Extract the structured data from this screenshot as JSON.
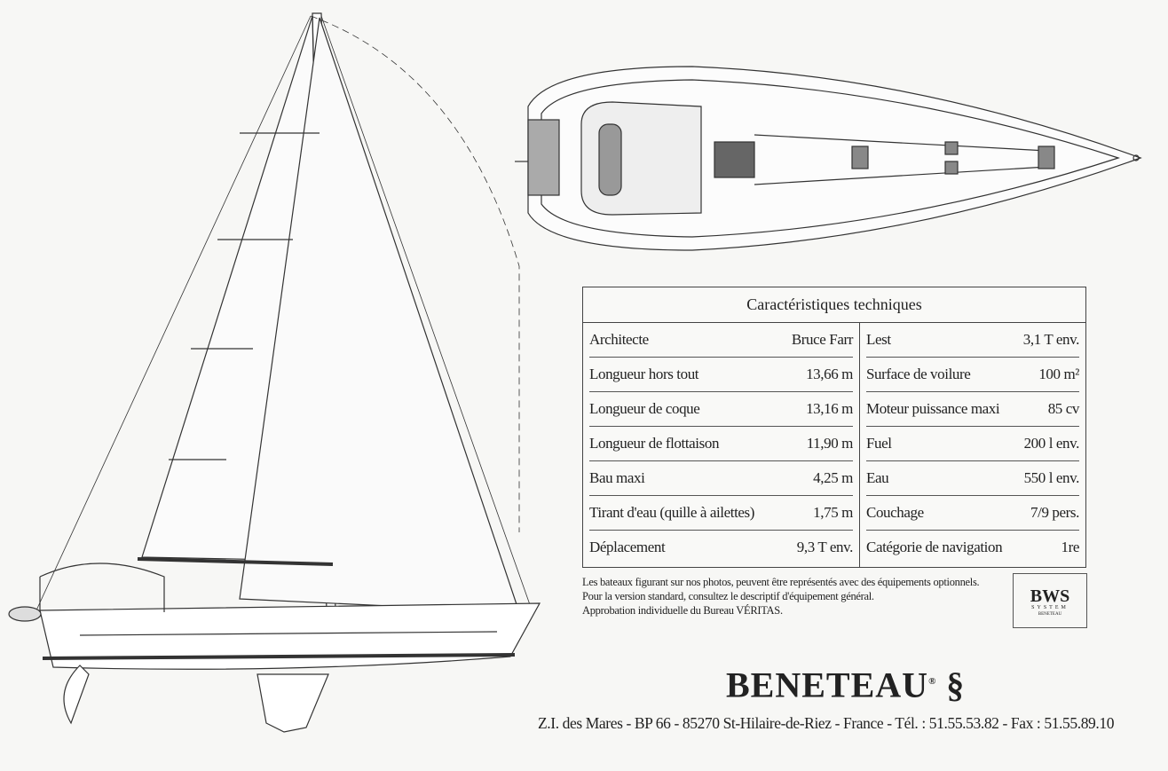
{
  "specs": {
    "title": "Caractéristiques techniques",
    "left": [
      {
        "label": "Architecte",
        "value": "Bruce Farr"
      },
      {
        "label": "Longueur hors tout",
        "value": "13,66 m"
      },
      {
        "label": "Longueur de coque",
        "value": "13,16 m"
      },
      {
        "label": "Longueur de flottaison",
        "value": "11,90 m"
      },
      {
        "label": "Bau maxi",
        "value": "4,25 m"
      },
      {
        "label": "Tirant d'eau (quille à ailettes)",
        "value": "1,75 m"
      },
      {
        "label": "Déplacement",
        "value": "9,3 T env."
      }
    ],
    "right": [
      {
        "label": "Lest",
        "value": "3,1 T env."
      },
      {
        "label": "Surface de voilure",
        "value": "100 m²"
      },
      {
        "label": "Moteur puissance maxi",
        "value": "85 cv"
      },
      {
        "label": "Fuel",
        "value": "200 l env."
      },
      {
        "label": "Eau",
        "value": "550 l env."
      },
      {
        "label": "Couchage",
        "value": "7/9 pers."
      },
      {
        "label": "Catégorie de navigation",
        "value": "1re"
      }
    ]
  },
  "notes": [
    "Les bateaux figurant sur nos photos, peuvent être représentés avec des équipements optionnels.",
    "Pour la version standard, consultez le descriptif d'équipement général.",
    "Approbation individuelle du Bureau VÉRITAS."
  ],
  "bws": {
    "main": "BWS",
    "sub": "SYSTEM",
    "brand": "BENETEAU"
  },
  "logo": {
    "name": "BENETEAU",
    "mark": "®"
  },
  "address": "Z.I. des Mares - BP 66 - 85270 St-Hilaire-de-Riez - France - Tél. : 51.55.53.82 - Fax : 51.55.89.10"
}
